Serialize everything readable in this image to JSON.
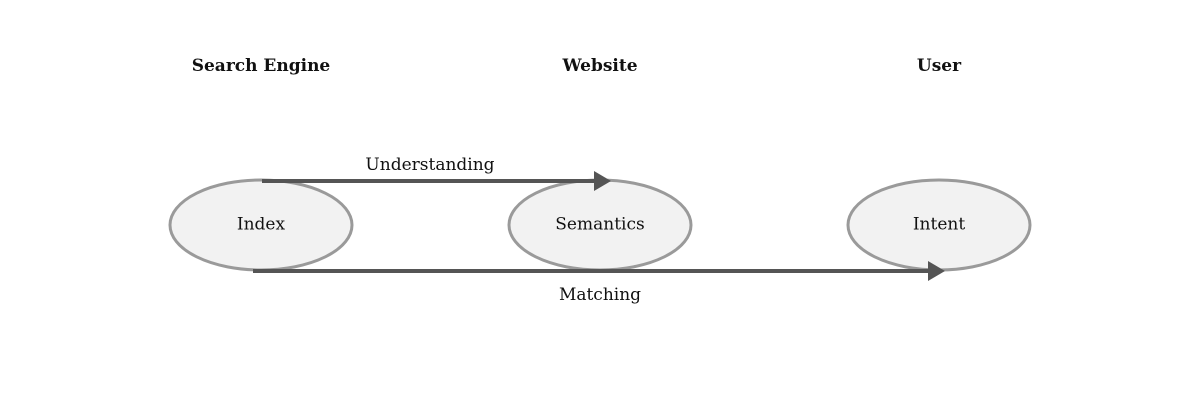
{
  "headers": {
    "search_engine": "Search Engine",
    "website": "Website",
    "user": "User"
  },
  "nodes": {
    "index": "Index",
    "semantics": "Semantics",
    "intent": "Intent"
  },
  "edges": {
    "understanding": "Understanding",
    "matching": "Matching"
  },
  "colors": {
    "node_fill": "#f2f2f2",
    "node_stroke": "#9a9a9a",
    "arrow": "#555555"
  }
}
